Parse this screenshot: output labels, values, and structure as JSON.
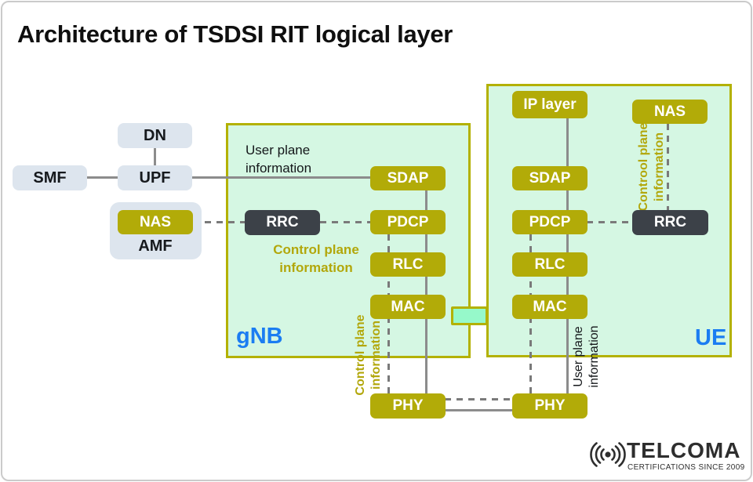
{
  "title": "Architecture of TSDSI RIT logical layer",
  "colors": {
    "panel_fill": "#d5f7e3",
    "panel_border": "#b3b101",
    "olive_box": "#b2ab08",
    "dark_box": "#3c4148",
    "gray_box": "#dde5ee",
    "blue_label": "#1b7df2",
    "connector_fill": "#96f9ca",
    "solid_line": "#8c8c8c",
    "dashed_line": "#7a7a7a"
  },
  "core": {
    "dn": "DN",
    "smf": "SMF",
    "upf": "UPF",
    "nas": "NAS",
    "amf": "AMF"
  },
  "gnb": {
    "label": "gNB",
    "rrc": "RRC",
    "stack": [
      "SDAP",
      "PDCP",
      "RLC",
      "MAC"
    ],
    "phy": "PHY",
    "user_plane_note": {
      "line1": "User plane",
      "line2": "information"
    },
    "control_plane_note": {
      "line1": "Control plane",
      "line2": "information"
    },
    "phy_control_note": {
      "line1": "Control plane",
      "line2": "information"
    }
  },
  "ue": {
    "label": "UE",
    "ip_layer": "IP layer",
    "nas": "NAS",
    "rrc": "RRC",
    "stack": [
      "SDAP",
      "PDCP",
      "RLC",
      "MAC"
    ],
    "phy": "PHY",
    "nas_control_note": {
      "line1": "Controol plane",
      "line2": "information"
    },
    "phy_user_note": {
      "line1": "User plane",
      "line2": "information"
    }
  },
  "logo": {
    "brand": "TELCOMA",
    "tagline": "CERTIFICATIONS SINCE 2009"
  }
}
